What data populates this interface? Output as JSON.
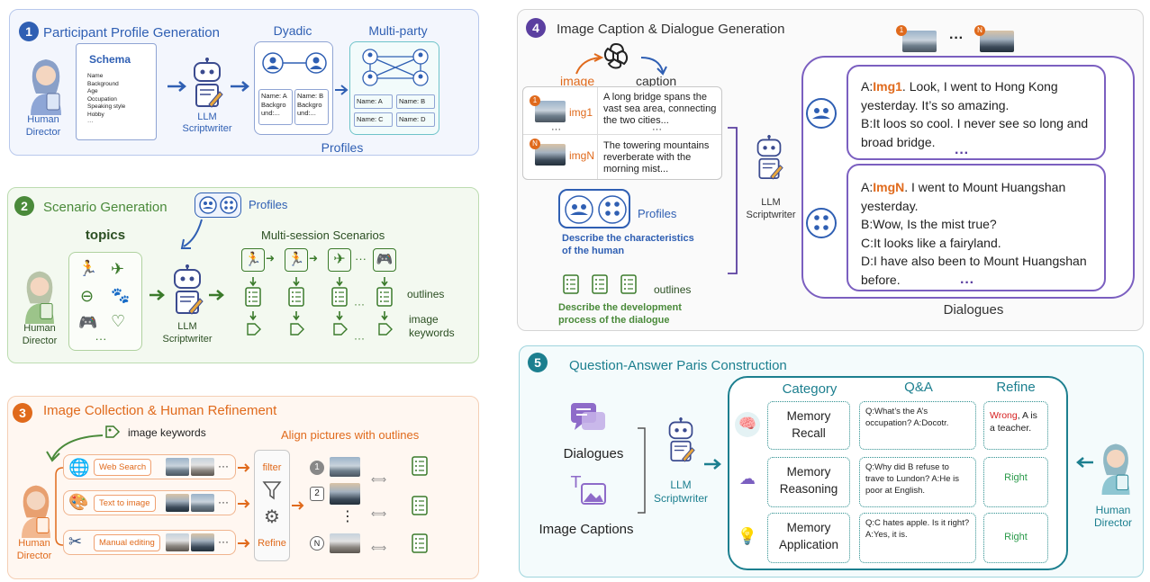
{
  "colors": {
    "blue": "#2f5fb3",
    "green": "#4a8a3a",
    "orange": "#e06a1c",
    "purple": "#5b3fa0",
    "teal": "#1c7f8f",
    "red": "#d62020"
  },
  "icons": [
    "human-director-icon",
    "robot-scriptwriter-icon",
    "schema-document-icon",
    "openai-logo-icon",
    "group-icon",
    "outline-icon",
    "tag-icon",
    "web-icon",
    "palette-icon",
    "scissors-icon",
    "filter-icon",
    "gear-icon",
    "brain-icon",
    "lightbulb-icon",
    "chat-icon",
    "image-text-icon"
  ],
  "common": {
    "human_director": "Human Director",
    "human": "Human",
    "director": "Director",
    "llm": "LLM",
    "scriptwriter": "Scriptwriter"
  },
  "p1": {
    "num": "1",
    "title": "Participant Profile Generation",
    "schema_title": "Schema",
    "schema_items": [
      "Name",
      "Background",
      "Age",
      "Occupation",
      "Speaking style",
      "Hobby",
      "···"
    ],
    "dyadic": "Dyadic",
    "multiparty": "Multi-party",
    "dyadic_card_a": "Name: A Backgro und:...",
    "dyadic_card_b": "Name: B Backgro und:...",
    "mp_names": [
      "Name: A",
      "Name: B",
      "Name: C",
      "Name: D"
    ],
    "profiles": "Profiles"
  },
  "p2": {
    "num": "2",
    "title": "Scenario Generation",
    "profiles": "Profiles",
    "topics": "topics",
    "dots": "···",
    "multi_session": "Multi-session Scenarios",
    "outlines": "outlines",
    "image": "image",
    "keywords": "keywords"
  },
  "p3": {
    "num": "3",
    "title": "Image Collection & Human Refinement",
    "image_keywords": "image keywords",
    "align": "Align pictures with outlines",
    "sources": [
      "Web Search",
      "Text to image",
      "Manual editing"
    ],
    "filter": "filter",
    "refine": "Refine",
    "indices": [
      "1",
      "2",
      "N"
    ],
    "dots": "···",
    "vdots": "⋮"
  },
  "p4": {
    "num": "4",
    "title": "Image Caption & Dialogue Generation",
    "image": "image",
    "caption": "caption",
    "img1": "img1",
    "imgN": "imgN",
    "badge1": "1",
    "badgeN": "N",
    "caption1": "A long bridge spans the vast sea area, connecting the two cities...",
    "captionN": "The towering mountains reverberate with the morning mist...",
    "dots": "···",
    "profiles": "Profiles",
    "describe_human": "Describe the characteristics of the human",
    "outlines": "outlines",
    "describe_dev": "Describe the development process of the dialogue",
    "dialogues": "Dialogues",
    "dialogue1": [
      {
        "pre": "A:",
        "hl": "Img1",
        "post": ". Look, I went to Hong Kong yesterday. It’s so amazing."
      },
      {
        "pre": "B:It loos so cool. I never see so long and broad bridge.",
        "hl": "",
        "post": ""
      }
    ],
    "dialogue2": [
      {
        "pre": "A:",
        "hl": "ImgN",
        "post": ". I went to Mount Huangshan yesterday."
      },
      {
        "pre": "B:Wow, Is the mist true?",
        "hl": "",
        "post": ""
      },
      {
        "pre": "C:It looks like a fairyland.",
        "hl": "",
        "post": ""
      },
      {
        "pre": "D:I have also been to Mount Huangshan before.",
        "hl": "",
        "post": ""
      }
    ]
  },
  "p5": {
    "num": "5",
    "title": "Question-Answer Paris Construction",
    "dialogues": "Dialogues",
    "image_captions": "Image Captions",
    "headers": [
      "Category",
      "Q&A",
      "Refine"
    ],
    "rows": [
      {
        "category": "Memory Recall",
        "qa": "Q:What’s the A’s occupation? A:Docotr.",
        "refine_hl": "Wrong",
        "refine_rest": ", A is a teacher."
      },
      {
        "category": "Memory Reasoning",
        "qa": "Q:Why did B refuse to trave to Lundon? A:He is poor at English.",
        "refine_hl": "Right",
        "refine_rest": ""
      },
      {
        "category": "Memory Application",
        "qa": "Q:C hates apple. Is it right? A:Yes, it is.",
        "refine_hl": "Right",
        "refine_rest": ""
      }
    ]
  }
}
